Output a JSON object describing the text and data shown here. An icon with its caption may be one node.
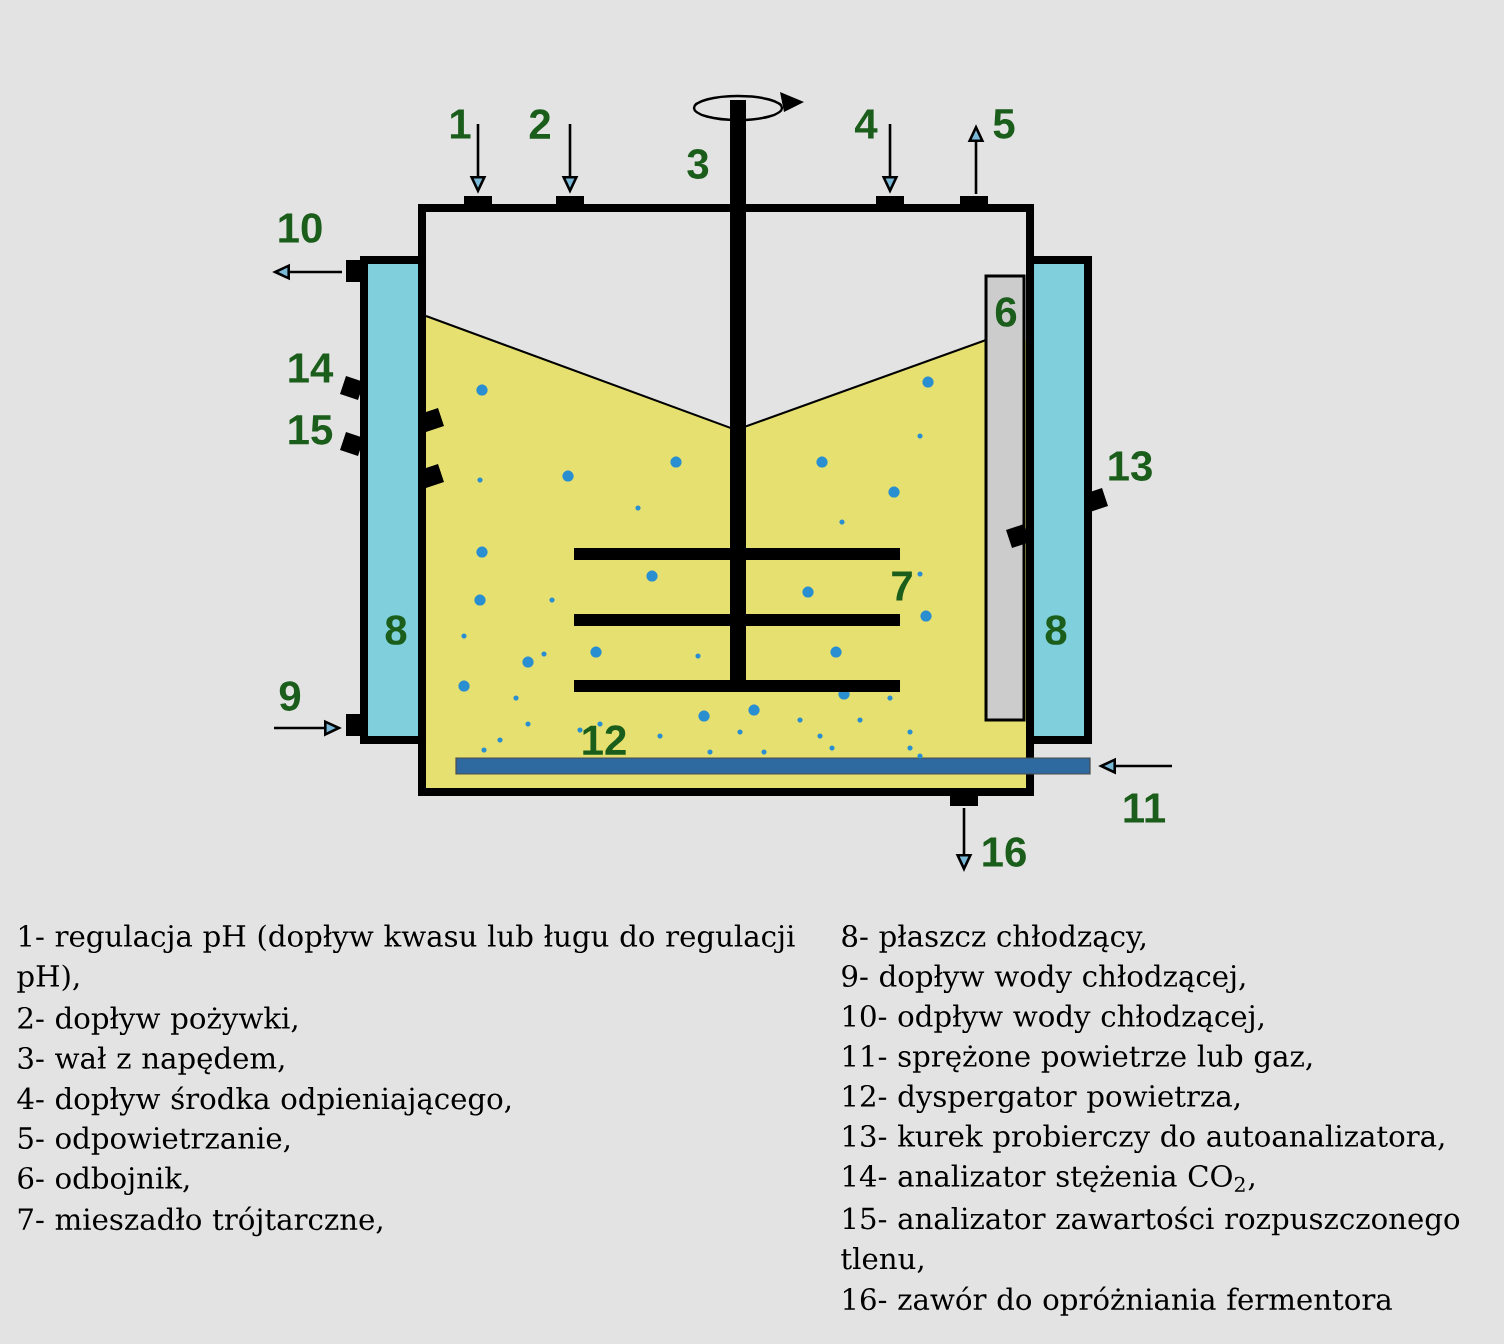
{
  "diagram": {
    "labels": [
      "1",
      "2",
      "3",
      "4",
      "5",
      "10",
      "6",
      "14",
      "15",
      "13",
      "7",
      "8",
      "8",
      "9",
      "12",
      "11",
      "16",
      "1- regulacja pH (dopływ kwasu lub ługu do regulacji pH),",
      "2- dopływ pożywki,",
      "3- wał z napędem,",
      "4- dopływ środka odpieniającego,",
      "5- odpowietrzanie,",
      "6- odbojnik,",
      "7- mieszadło trójtarczne,",
      "8- płaszcz chłodzący,",
      "9- dopływ wody chłodzącej,",
      "10- odpływ wody chłodzącej,",
      "11- sprężone powietrze lub gaz,",
      "12- dyspergator powietrza,",
      "13- kurek probierczy do autoanalizatora,",
      "14- analizator stężenia CO$_{2}$,",
      "15- analizator zawartości rozpuszczonego tlenu,",
      "16- zawór do opróżniania fermentora"
    ]
  }
}
